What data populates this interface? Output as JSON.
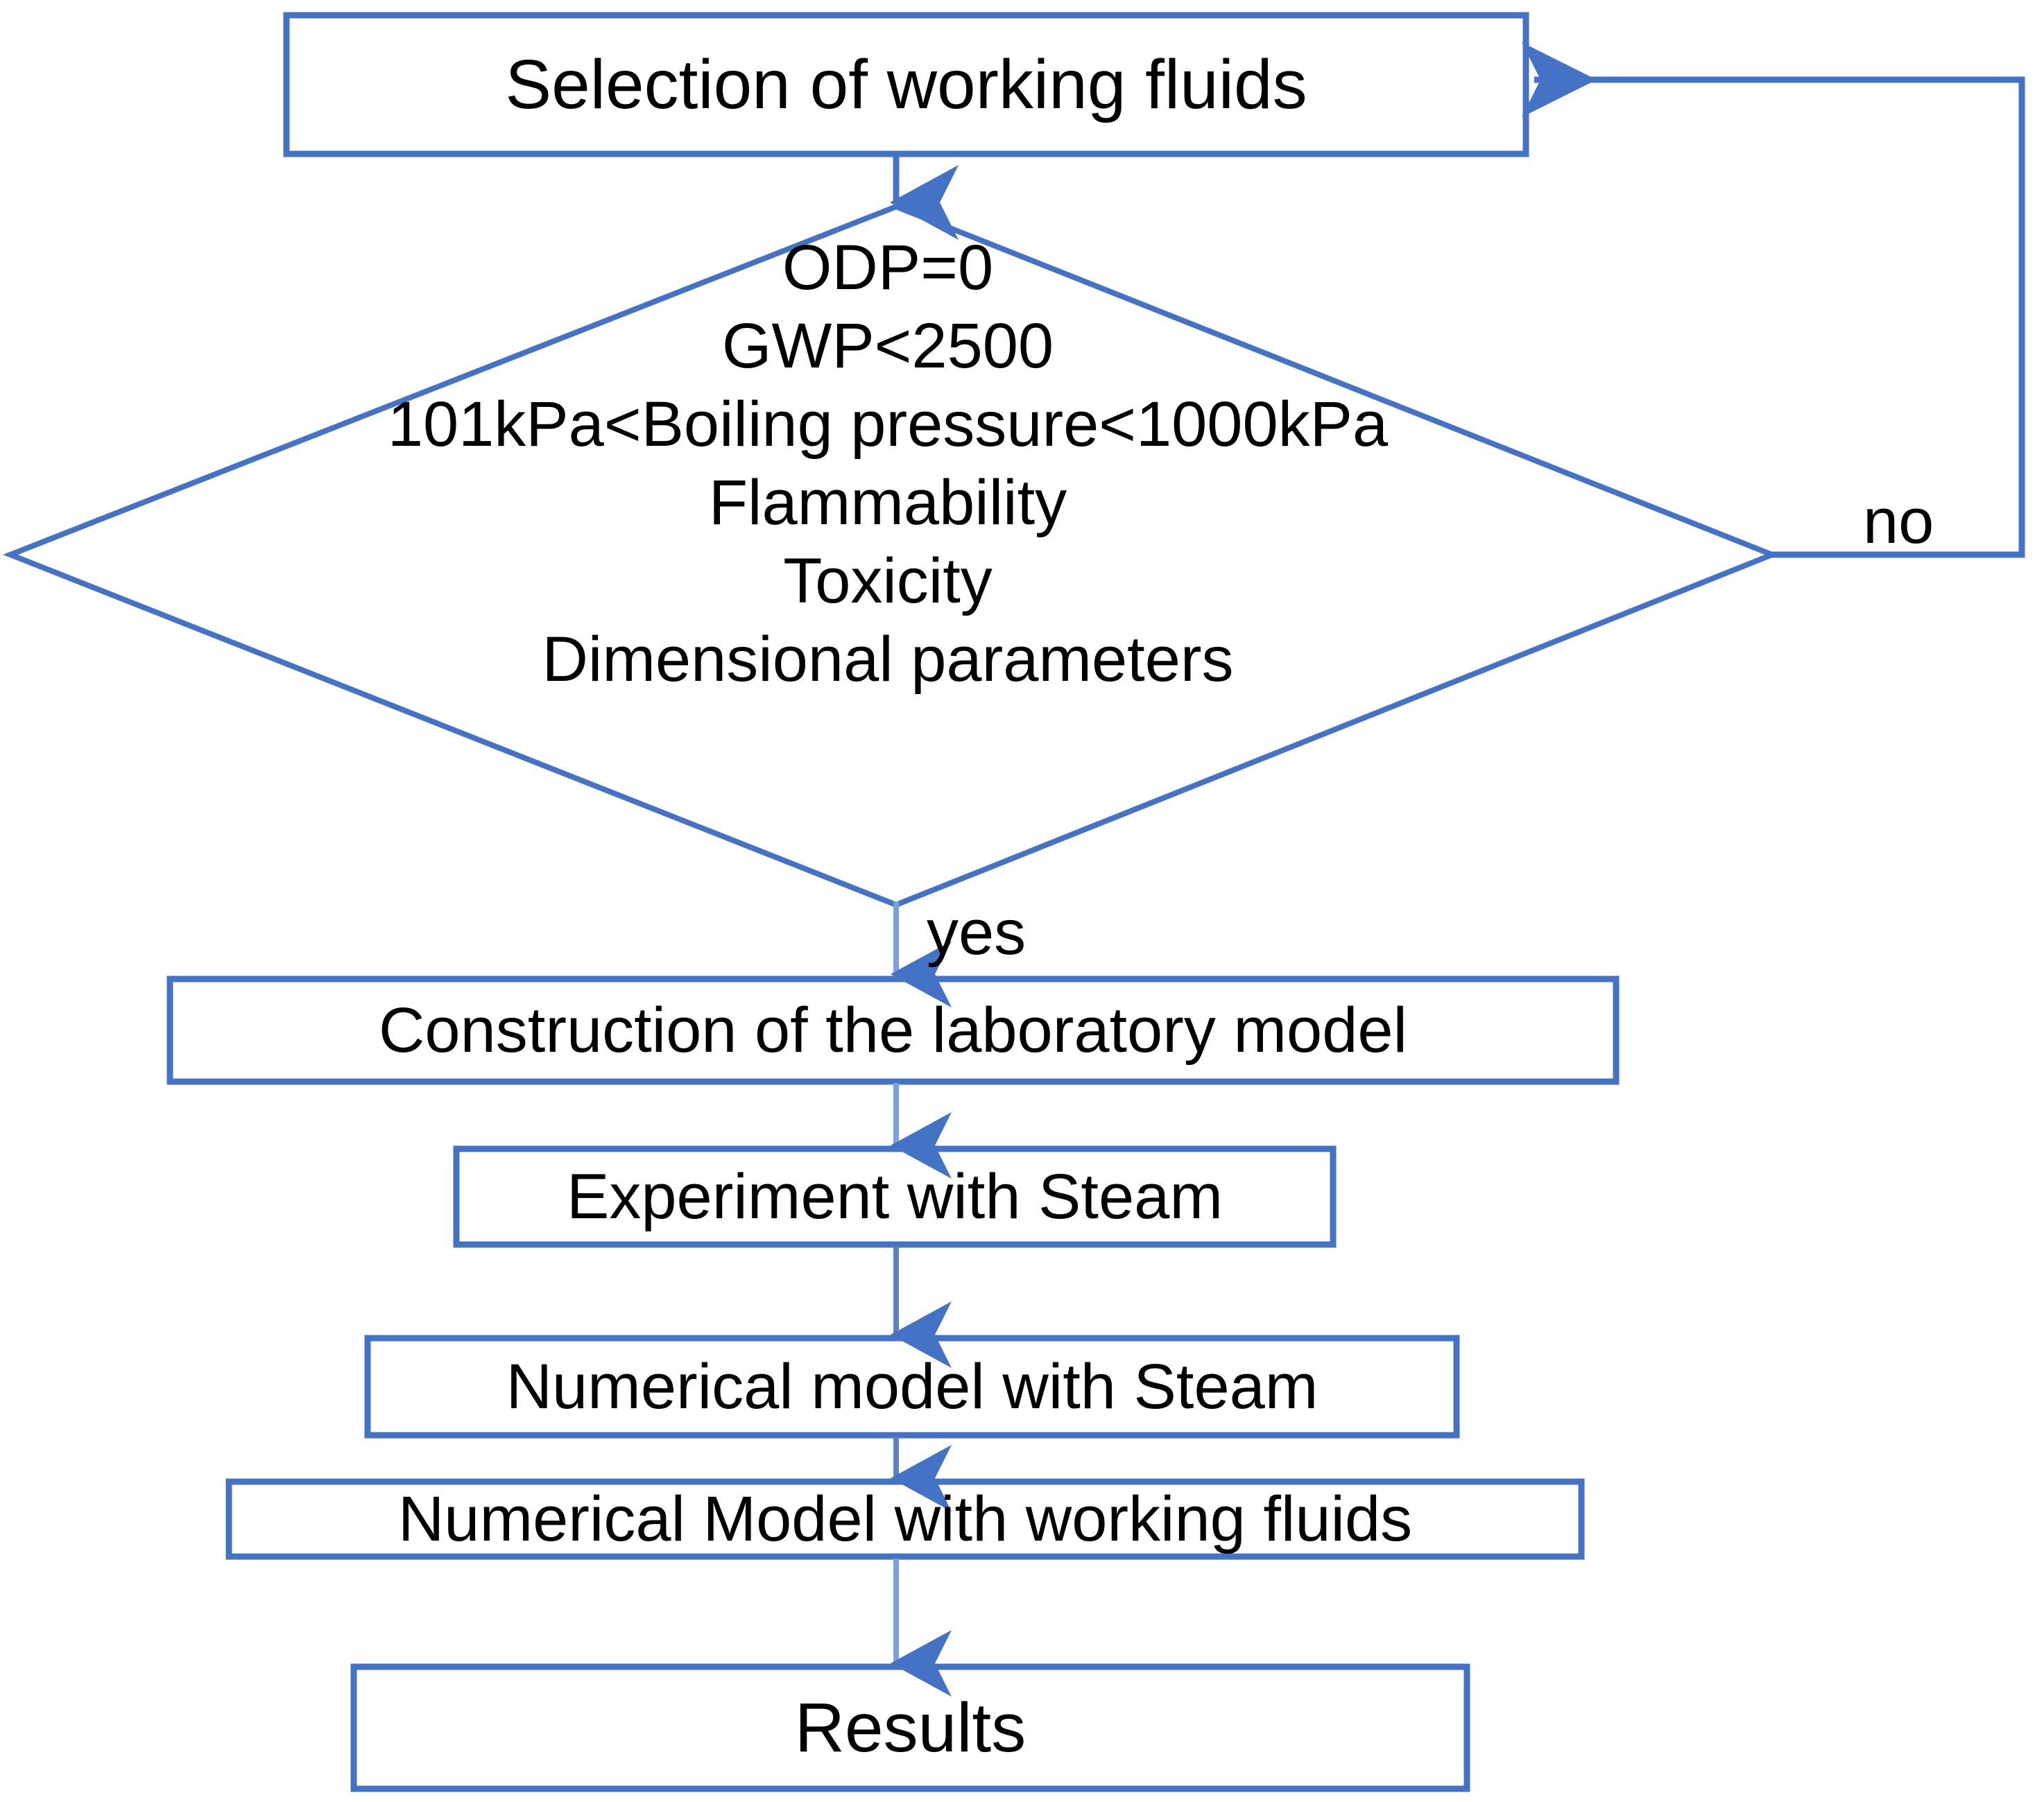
{
  "diagram": {
    "type": "flowchart",
    "orientation": "top-to-bottom",
    "accent_color": "#4472C4",
    "text_color": "#000000",
    "background_color": "#FFFFFF"
  },
  "nodes": {
    "start": {
      "id": "selection-of-working-fluids",
      "shape": "rectangle",
      "label": "Selection of working fluids"
    },
    "decision": {
      "id": "fluid-criteria-decision",
      "shape": "diamond",
      "criteria": [
        "ODP=0",
        "GWP<2500",
        "101kPa<Boiling pressure<1000kPa",
        "Flammability",
        "Toxicity",
        "Dimensional parameters"
      ]
    },
    "construction": {
      "id": "construction-of-the-laboratory-model",
      "shape": "rectangle",
      "label": "Construction of the laboratory model"
    },
    "experiment": {
      "id": "experiment-with-steam",
      "shape": "rectangle",
      "label": "Experiment with Steam"
    },
    "numerical_steam": {
      "id": "numerical-model-with-steam",
      "shape": "rectangle",
      "label": "Numerical model with Steam"
    },
    "numerical_fluids": {
      "id": "numerical-model-with-working-fluids",
      "shape": "rectangle",
      "label": "Numerical Model with working fluids"
    },
    "results": {
      "id": "results",
      "shape": "rectangle",
      "label": "Results"
    }
  },
  "edges": {
    "start_to_decision": {
      "label": ""
    },
    "decision_no": {
      "label": "no",
      "target": "selection-of-working-fluids"
    },
    "decision_yes": {
      "label": "yes",
      "target": "construction-of-the-laboratory-model"
    },
    "construction_to_experiment": {
      "label": ""
    },
    "experiment_to_numerical_steam": {
      "label": ""
    },
    "numerical_steam_to_numerical_fluids": {
      "label": ""
    },
    "numerical_fluids_to_results": {
      "label": ""
    }
  }
}
